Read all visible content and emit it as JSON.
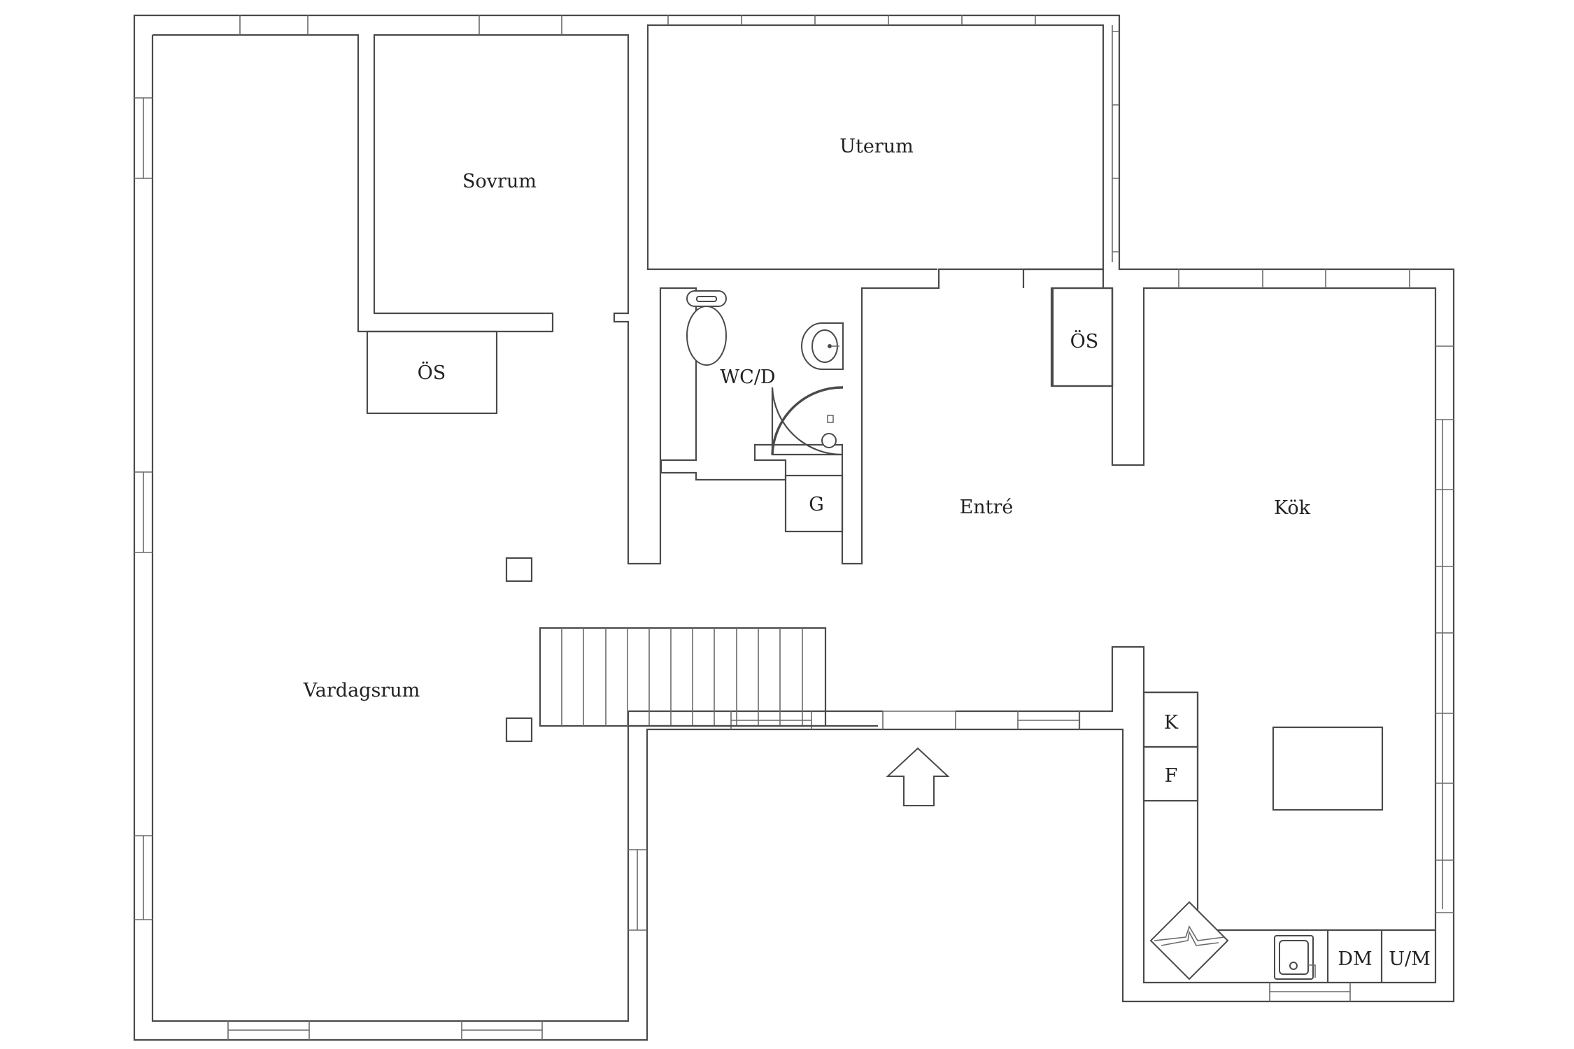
{
  "rooms": {
    "sovrum": "Sovrum",
    "uterum": "Uterum",
    "os_left": "ÖS",
    "wc": "WC/D",
    "os_right": "ÖS",
    "g": "G",
    "entre": "Entré",
    "kok": "Kök",
    "vardagsrum": "Vardagsrum",
    "k": "K",
    "f": "F",
    "dm": "DM",
    "um": "U/M"
  },
  "colors": {
    "wall": "#4a4a4a",
    "background": "#ffffff",
    "text": "#222222"
  },
  "icons": [
    "toilet-icon",
    "sink-icon",
    "shower-icon",
    "entrance-arrow-icon",
    "stove-icon",
    "kitchen-sink-icon"
  ]
}
